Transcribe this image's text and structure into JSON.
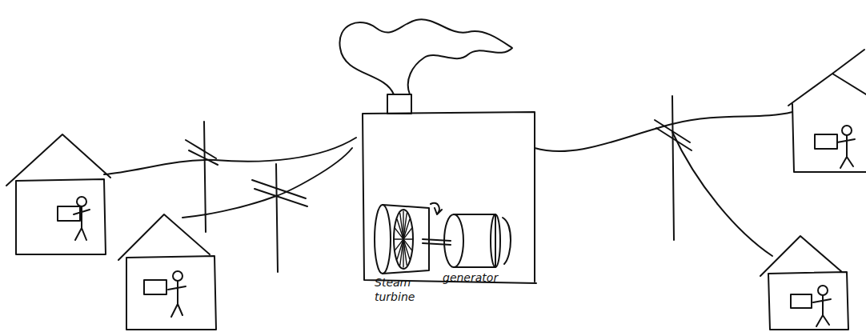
{
  "diagram": {
    "nodes": [
      {
        "text": [
          "Steam turbine"
        ]
      },
      {
        "text": [
          "generator"
        ]
      }
    ],
    "edges": [
      {
        "from": 0,
        "to": 1,
        "arrow": "none"
      }
    ]
  }
}
